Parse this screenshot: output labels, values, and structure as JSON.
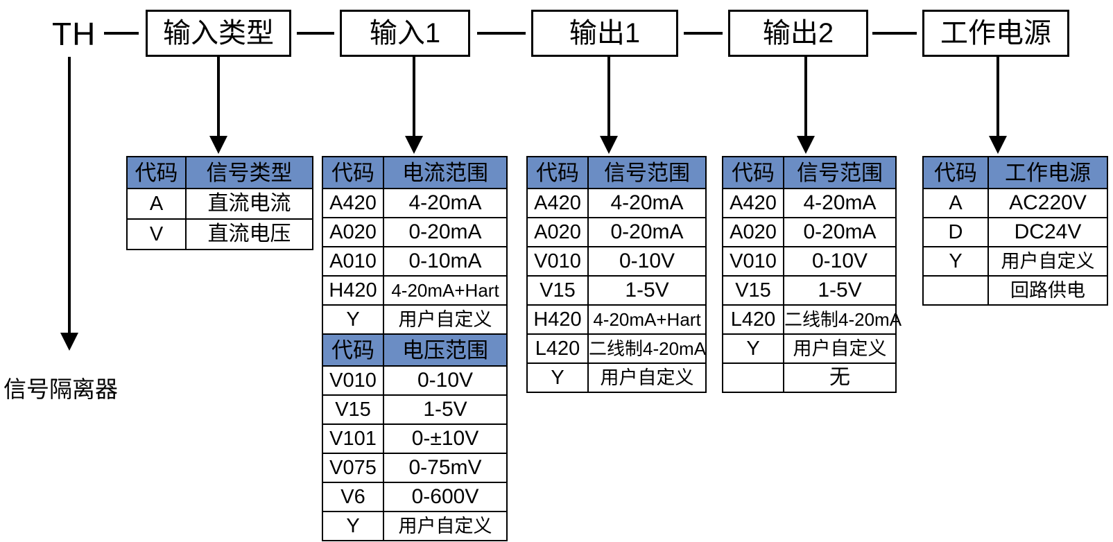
{
  "diagram": {
    "title_prefix": "TH",
    "separator": "—",
    "caption": "信号隔离器",
    "header_color": "#6b8dc4",
    "segments": [
      {
        "label": "输入类型"
      },
      {
        "label": "输入1"
      },
      {
        "label": "输出1"
      },
      {
        "label": "输出2"
      },
      {
        "label": "工作电源"
      }
    ],
    "tables": [
      {
        "id": "input-type",
        "blocks": [
          {
            "headers": [
              "代码",
              "信号类型"
            ],
            "rows": [
              [
                "A",
                "直流电流"
              ],
              [
                "V",
                "直流电压"
              ]
            ]
          }
        ]
      },
      {
        "id": "input1",
        "blocks": [
          {
            "headers": [
              "代码",
              "电流范围"
            ],
            "rows": [
              [
                "A420",
                "4-20mA"
              ],
              [
                "A020",
                "0-20mA"
              ],
              [
                "A010",
                "0-10mA"
              ],
              [
                "H420",
                "4-20mA+Hart"
              ],
              [
                "Y",
                "用户自定义"
              ]
            ]
          },
          {
            "headers": [
              "代码",
              "电压范围"
            ],
            "rows": [
              [
                "V010",
                "0-10V"
              ],
              [
                "V15",
                "1-5V"
              ],
              [
                "V101",
                "0-±10V"
              ],
              [
                "V075",
                "0-75mV"
              ],
              [
                "V6",
                "0-600V"
              ],
              [
                "Y",
                "用户自定义"
              ]
            ]
          }
        ]
      },
      {
        "id": "output1",
        "blocks": [
          {
            "headers": [
              "代码",
              "信号范围"
            ],
            "rows": [
              [
                "A420",
                "4-20mA"
              ],
              [
                "A020",
                "0-20mA"
              ],
              [
                "V010",
                "0-10V"
              ],
              [
                "V15",
                "1-5V"
              ],
              [
                "H420",
                "4-20mA+Hart"
              ],
              [
                "L420",
                "二线制4-20mA"
              ],
              [
                "Y",
                "用户自定义"
              ]
            ]
          }
        ]
      },
      {
        "id": "output2",
        "blocks": [
          {
            "headers": [
              "代码",
              "信号范围"
            ],
            "rows": [
              [
                "A420",
                "4-20mA"
              ],
              [
                "A020",
                "0-20mA"
              ],
              [
                "V010",
                "0-10V"
              ],
              [
                "V15",
                "1-5V"
              ],
              [
                "L420",
                "二线制4-20mA"
              ],
              [
                "Y",
                "用户自定义"
              ],
              [
                "",
                "无"
              ]
            ]
          }
        ]
      },
      {
        "id": "power-supply",
        "blocks": [
          {
            "headers": [
              "代码",
              "工作电源"
            ],
            "rows": [
              [
                "A",
                "AC220V"
              ],
              [
                "D",
                "DC24V"
              ],
              [
                "Y",
                "用户自定义"
              ],
              [
                "",
                "回路供电"
              ]
            ]
          }
        ]
      }
    ]
  }
}
